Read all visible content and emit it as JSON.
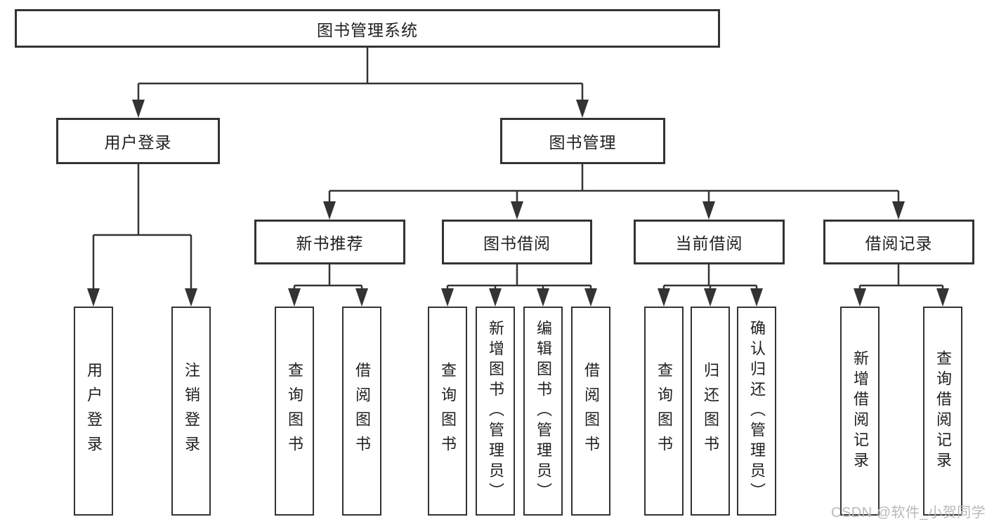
{
  "colors": {
    "background": "#ffffff",
    "box_border": "#333333",
    "box_fill": "#ffffff",
    "connector_line": "#333333",
    "text": "#1f1f1f",
    "watermark_text": "#b9b9b9"
  },
  "watermark": {
    "text": "CSDN @软件_小贺同学"
  },
  "tree": {
    "root": {
      "label": "图书管理系统"
    },
    "branches": [
      {
        "label": "用户登录",
        "children": [
          {
            "label": "用户登录"
          },
          {
            "label": "注销登录"
          }
        ]
      },
      {
        "label": "图书管理",
        "children": [
          {
            "label": "新书推荐",
            "children": [
              {
                "label": "查询图书"
              },
              {
                "label": "借阅图书"
              }
            ]
          },
          {
            "label": "图书借阅",
            "children": [
              {
                "label": "查询图书"
              },
              {
                "label": "新增图书（管理员）"
              },
              {
                "label": "编辑图书（管理员）"
              },
              {
                "label": "借阅图书"
              }
            ]
          },
          {
            "label": "当前借阅",
            "children": [
              {
                "label": "查询图书"
              },
              {
                "label": "归还图书"
              },
              {
                "label": "确认归还（管理员）"
              }
            ]
          },
          {
            "label": "借阅记录",
            "children": [
              {
                "label": "新增借阅记录"
              },
              {
                "label": "查询借阅记录"
              }
            ]
          }
        ]
      }
    ]
  }
}
